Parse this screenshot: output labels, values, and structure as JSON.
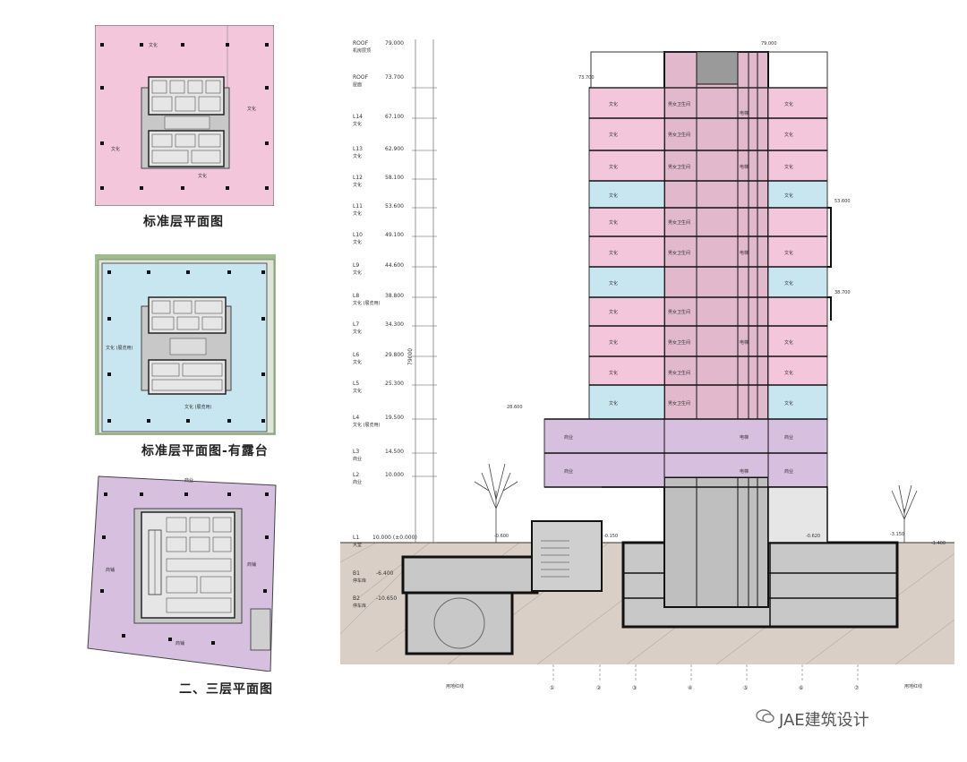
{
  "plans": {
    "standard": {
      "caption": "标准层平面图",
      "fill": "#f3c6dc",
      "labels": [
        "文化",
        "文化",
        "文化",
        "文化"
      ]
    },
    "terrace": {
      "caption": "标准层平面图-有露台",
      "fill": "#c8e6ef",
      "labels": [
        "文化 (展览用)",
        "文化 (展览用)"
      ]
    },
    "podium": {
      "caption": "二、三层平面图",
      "fill": "#d7bfe0",
      "labels": [
        "商业",
        "商铺",
        "商铺",
        "商铺"
      ]
    }
  },
  "section": {
    "colors": {
      "culture": "#f3c6dc",
      "exhibit": "#c8e6ef",
      "retail": "#d7bfe0",
      "ground": "#d9cfc7",
      "service": "#bfbfbf"
    },
    "levels": [
      {
        "name": "ROOF",
        "elev": "79.000",
        "use": "机房层顶"
      },
      {
        "name": "ROOF",
        "elev": "73.700",
        "use": "屋面"
      },
      {
        "name": "L14",
        "elev": "67.100",
        "use": "文化"
      },
      {
        "name": "L13",
        "elev": "62.900",
        "use": "文化"
      },
      {
        "name": "L12",
        "elev": "58.100",
        "use": "文化"
      },
      {
        "name": "L11",
        "elev": "53.600",
        "use": "文化"
      },
      {
        "name": "L10",
        "elev": "49.100",
        "use": "文化"
      },
      {
        "name": "L9",
        "elev": "44.600",
        "use": "文化"
      },
      {
        "name": "L8",
        "elev": "38.800",
        "use": "文化 (展览用)"
      },
      {
        "name": "L7",
        "elev": "34.300",
        "use": "文化"
      },
      {
        "name": "L6",
        "elev": "29.800",
        "use": "文化"
      },
      {
        "name": "L5",
        "elev": "25.300",
        "use": "文化"
      },
      {
        "name": "L4",
        "elev": "19.500",
        "use": "文化 (展览用)"
      },
      {
        "name": "L3",
        "elev": "14.500",
        "use": "商业"
      },
      {
        "name": "L2",
        "elev": "10.000",
        "use": "商业"
      },
      {
        "name": "L1",
        "elev": "10.000 (±0.000)",
        "use": "大堂"
      },
      {
        "name": "B1",
        "elev": "-6.400",
        "use": "停车库"
      },
      {
        "name": "B2",
        "elev": "-10.650",
        "use": "停车库"
      }
    ],
    "room_labels": {
      "culture": "文化",
      "washroom": "男女卫生间",
      "elevator": "电梯",
      "retail": "商业",
      "lobby": "大堂"
    },
    "spot_elevations": [
      "79.000",
      "73.700",
      "53.600",
      "38.700",
      "28.600",
      "-0.600",
      "-0.150",
      "-0.620",
      "-3.150",
      "-1.400"
    ],
    "total_height": "79000",
    "line_labels": {
      "left": "用地红线",
      "right": "用地红线"
    },
    "grid_ids": [
      "①",
      "②",
      "③",
      "④",
      "⑤",
      "⑥",
      "⑦"
    ]
  },
  "watermark": {
    "text": "JAE建筑设计"
  }
}
